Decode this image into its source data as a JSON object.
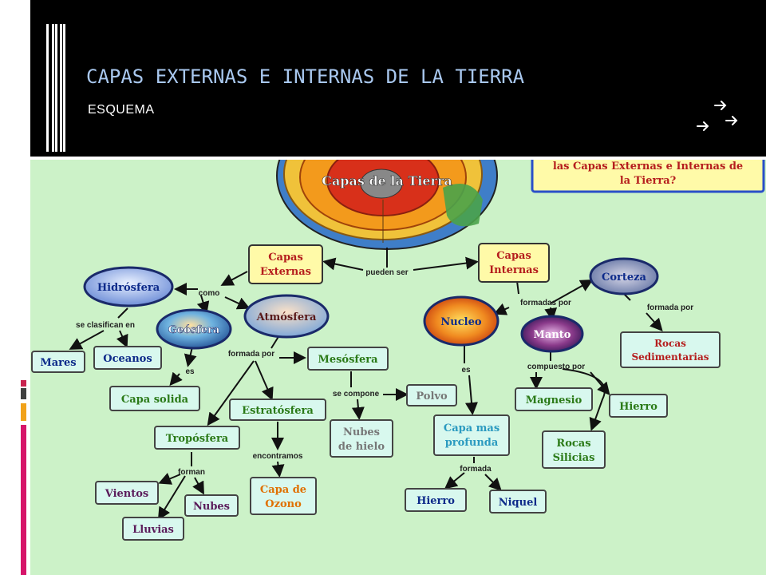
{
  "slide": {
    "title": "CAPAS EXTERNAS E INTERNAS DE LA TIERRA",
    "subtitle": "ESQUEMA"
  },
  "diagram": {
    "globe_label": "Capas de la Tierra",
    "question": [
      "las Capas Externas e Internas de",
      "la Tierra?"
    ],
    "nodes": {
      "capas_externas": [
        "Capas",
        "Externas"
      ],
      "capas_internas": [
        "Capas",
        "Internas"
      ],
      "hidrosfera": "Hidrósfera",
      "geosfera": "Geósfera",
      "atmosfera": "Atmósfera",
      "corteza": "Corteza",
      "nucleo": "Nucleo",
      "manto": "Manto",
      "mares": "Mares",
      "oceanos": "Oceanos",
      "capa_solida": "Capa solida",
      "mesosfera": "Mesósfera",
      "estratosfera": "Estratósfera",
      "troposfera": "Tropósfera",
      "polvo": "Polvo",
      "nubes_hielo": [
        "Nubes",
        "de hielo"
      ],
      "capa_ozono": [
        "Capa de",
        "Ozono"
      ],
      "vientos": "Vientos",
      "nubes": "Nubes",
      "lluvias": "Lluvias",
      "capa_profunda": [
        "Capa mas",
        "profunda"
      ],
      "hierro_nucleo": "Hierro",
      "niquel": "Niquel",
      "magnesio": "Magnesio",
      "hierro_manto": "Hierro",
      "rocas_silicias": [
        "Rocas",
        "Silicias"
      ],
      "rocas_sedimentarias": [
        "Rocas",
        "Sedimentarias"
      ]
    },
    "links": {
      "pueden_ser": "pueden ser",
      "como": "como",
      "se_clasifican_en": "se clasifican en",
      "es_geo": "es",
      "formada_por_atm": "formada por",
      "se_compone": "se compone",
      "encontramos": "encontramos",
      "forman": "forman",
      "formadas_por": "formadas por",
      "formada_por_corteza": "formada por",
      "es_nucleo": "es",
      "compuesto_por": "compuesto por",
      "formada_nucleo": "formada"
    },
    "colors": {
      "background": "#ccf2c8",
      "yellow_box": "#fffaa8",
      "green_box": "#d8f8ee",
      "box_border": "#444444",
      "node_text_blue": "#0d2a8a",
      "node_text_green": "#2b7a17",
      "node_text_red": "#b51d1d",
      "node_text_purple": "#5a1a5a",
      "node_text_orange": "#e07000"
    }
  }
}
